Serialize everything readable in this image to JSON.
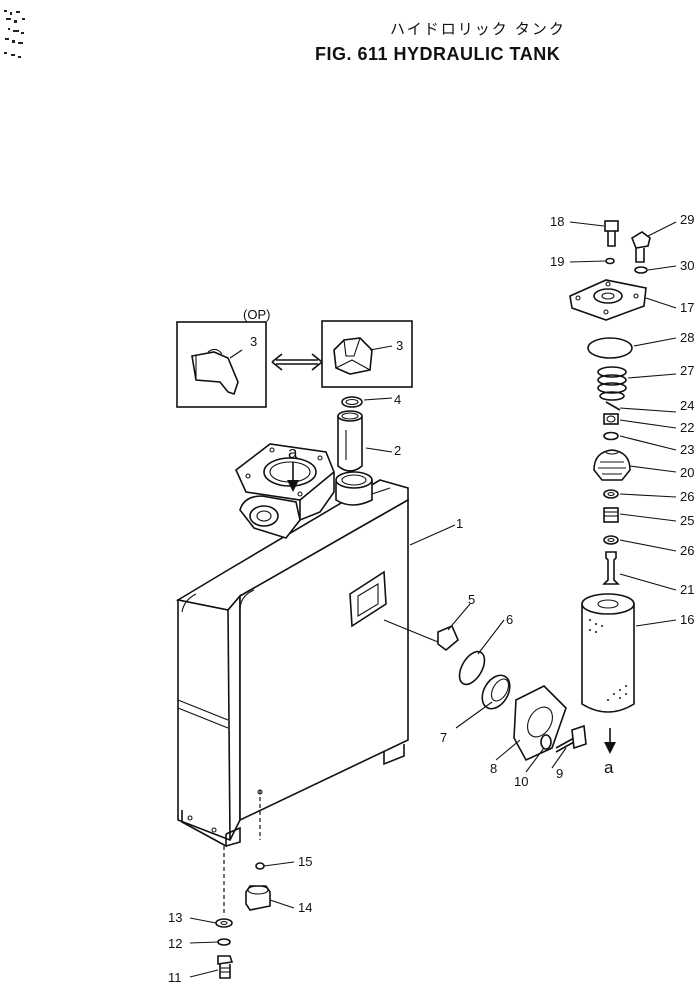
{
  "figure": {
    "title_jp": "ハイドロリック タンク",
    "title_en": "FIG. 611  HYDRAULIC TANK",
    "option_label": "(OP)",
    "arrow_label_top": "a",
    "arrow_label_bottom": "a"
  },
  "callouts": [
    {
      "id": "c1",
      "text": "1"
    },
    {
      "id": "c2",
      "text": "2"
    },
    {
      "id": "c3a",
      "text": "3"
    },
    {
      "id": "c3b",
      "text": "3"
    },
    {
      "id": "c4",
      "text": "4"
    },
    {
      "id": "c5",
      "text": "5"
    },
    {
      "id": "c6",
      "text": "6"
    },
    {
      "id": "c7",
      "text": "7"
    },
    {
      "id": "c8",
      "text": "8"
    },
    {
      "id": "c9",
      "text": "9"
    },
    {
      "id": "c10",
      "text": "10"
    },
    {
      "id": "c11",
      "text": "11"
    },
    {
      "id": "c12",
      "text": "12"
    },
    {
      "id": "c13",
      "text": "13"
    },
    {
      "id": "c14",
      "text": "14"
    },
    {
      "id": "c15",
      "text": "15"
    },
    {
      "id": "c16",
      "text": "16"
    },
    {
      "id": "c17",
      "text": "17"
    },
    {
      "id": "c18",
      "text": "18"
    },
    {
      "id": "c19",
      "text": "19"
    },
    {
      "id": "c20",
      "text": "20"
    },
    {
      "id": "c21",
      "text": "21"
    },
    {
      "id": "c22",
      "text": "22"
    },
    {
      "id": "c23",
      "text": "23"
    },
    {
      "id": "c24",
      "text": "24"
    },
    {
      "id": "c25",
      "text": "25"
    },
    {
      "id": "c26a",
      "text": "26"
    },
    {
      "id": "c26b",
      "text": "26"
    },
    {
      "id": "c27",
      "text": "27"
    },
    {
      "id": "c28",
      "text": "28"
    },
    {
      "id": "c29",
      "text": "29"
    },
    {
      "id": "c30",
      "text": "30"
    }
  ]
}
